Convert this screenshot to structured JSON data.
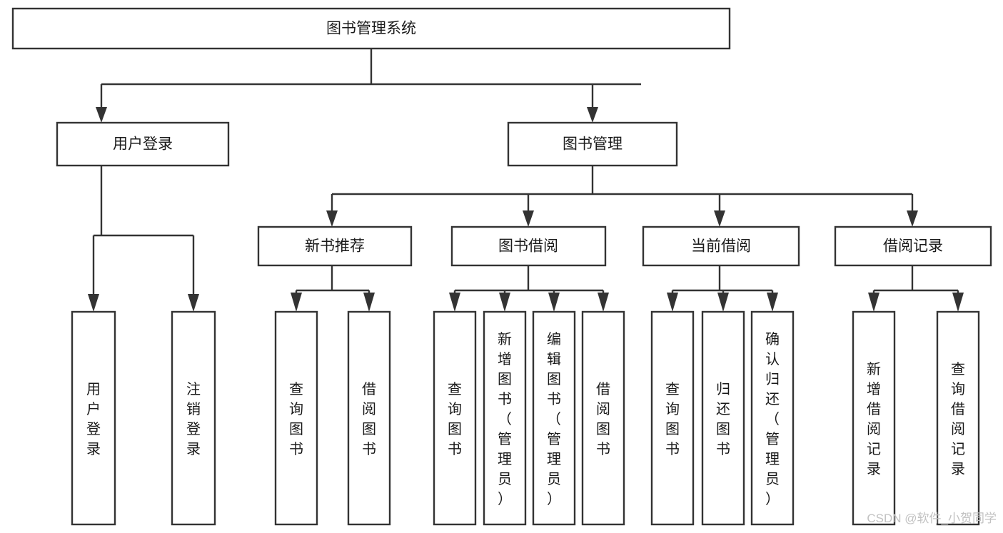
{
  "diagram": {
    "title": "图书管理系统",
    "type": "tree-hierarchy",
    "root": {
      "id": "root",
      "label": "图书管理系统"
    },
    "level2": [
      {
        "id": "user-login",
        "label": "用户登录"
      },
      {
        "id": "book-manage",
        "label": "图书管理"
      }
    ],
    "level3": [
      {
        "id": "new-book-rec",
        "label": "新书推荐",
        "parent": "book-manage"
      },
      {
        "id": "book-borrow",
        "label": "图书借阅",
        "parent": "book-manage"
      },
      {
        "id": "current-borrow",
        "label": "当前借阅",
        "parent": "book-manage"
      },
      {
        "id": "borrow-record",
        "label": "借阅记录",
        "parent": "book-manage"
      }
    ],
    "leaves": [
      {
        "id": "leaf-user-login",
        "label": "用户登录",
        "parent": "user-login"
      },
      {
        "id": "leaf-logout",
        "label": "注销登录",
        "parent": "user-login"
      },
      {
        "id": "leaf-query-book-1",
        "label": "查询图书",
        "parent": "new-book-rec"
      },
      {
        "id": "leaf-borrow-book-1",
        "label": "借阅图书",
        "parent": "new-book-rec"
      },
      {
        "id": "leaf-query-book-2",
        "label": "查询图书",
        "parent": "book-borrow"
      },
      {
        "id": "leaf-add-book",
        "label": "新增图书（管理员）",
        "parent": "book-borrow"
      },
      {
        "id": "leaf-edit-book",
        "label": "编辑图书（管理员）",
        "parent": "book-borrow"
      },
      {
        "id": "leaf-borrow-book-2",
        "label": "借阅图书",
        "parent": "book-borrow"
      },
      {
        "id": "leaf-query-book-3",
        "label": "查询图书",
        "parent": "current-borrow"
      },
      {
        "id": "leaf-return-book",
        "label": "归还图书",
        "parent": "current-borrow"
      },
      {
        "id": "leaf-confirm-return",
        "label": "确认归还（管理员）",
        "parent": "current-borrow"
      },
      {
        "id": "leaf-add-record",
        "label": "新增借阅记录",
        "parent": "borrow-record"
      },
      {
        "id": "leaf-query-record",
        "label": "查询借阅记录",
        "parent": "borrow-record"
      }
    ]
  },
  "watermark": {
    "text": "CSDN @软件_小贺同学"
  },
  "colors": {
    "stroke": "#333333",
    "box_fill": "#ffffff",
    "text": "#1a1a1a",
    "watermark": "#c2c2c2",
    "background": "#ffffff"
  }
}
